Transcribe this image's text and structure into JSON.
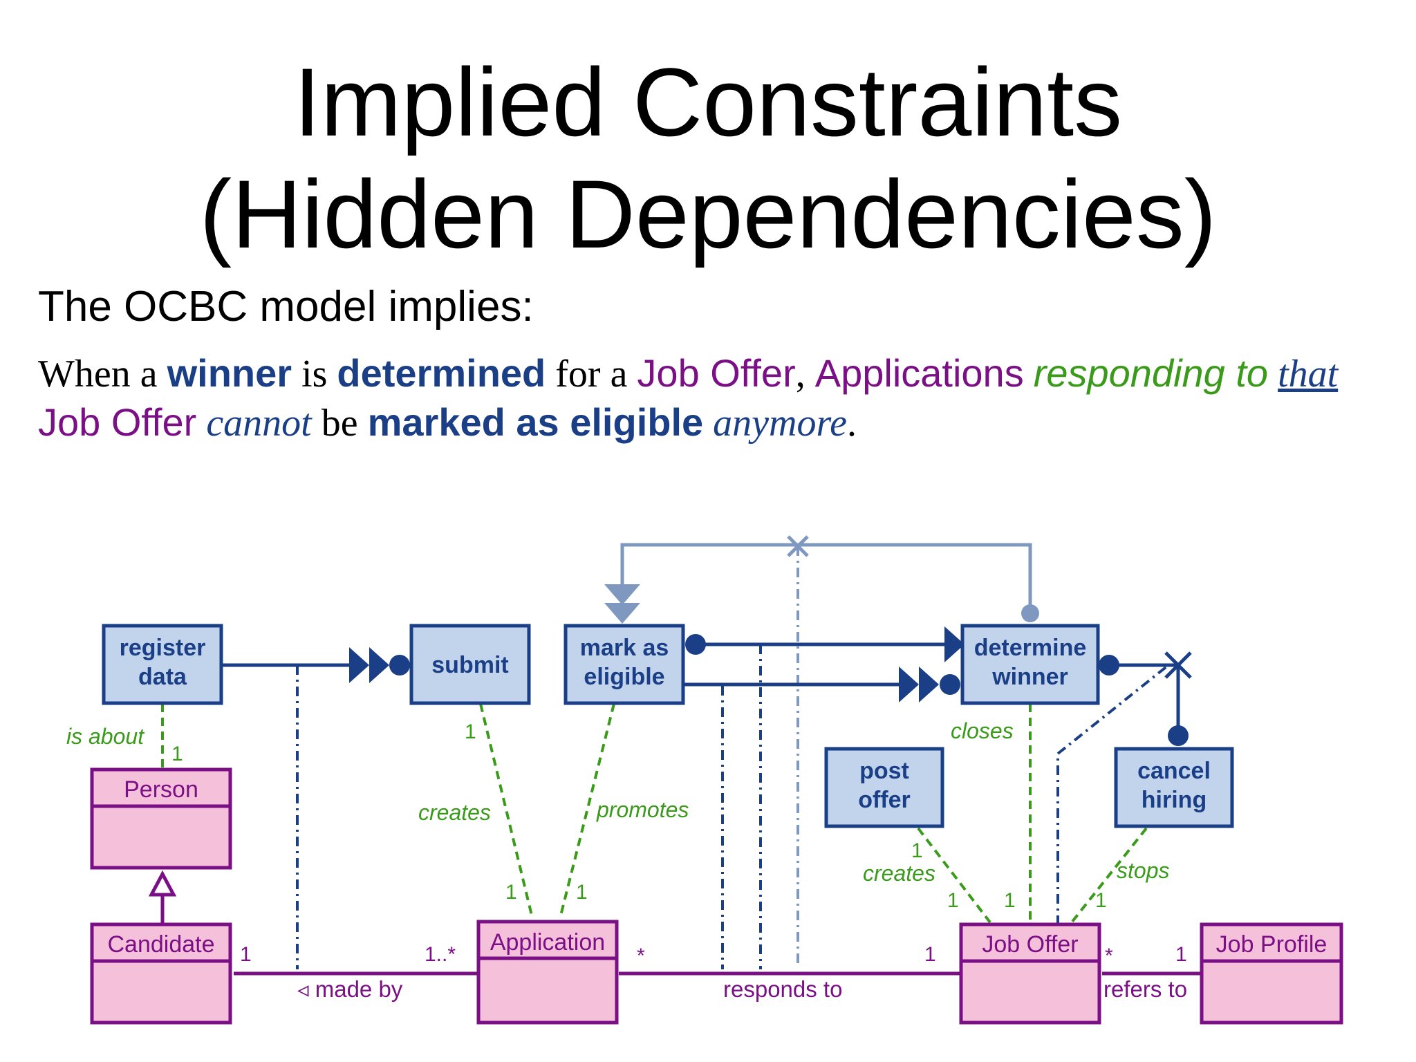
{
  "title": {
    "line1": "Implied Constraints",
    "line2": "(Hidden Dependencies)"
  },
  "subtitle": "The OCBC model implies:",
  "sentence": {
    "w1": "When a ",
    "w2": "winner",
    "w3": " is ",
    "w4": "determined",
    "w5": " for a ",
    "w6": "Job Offer",
    "w7": ", ",
    "w8": "Applications",
    "w9": " ",
    "w10": "responding to",
    "w11": " ",
    "w12": "that",
    "w13": "Job Offer",
    "w14": " ",
    "w15": "cannot",
    "w16": " be ",
    "w17": "marked as eligible",
    "w18": " ",
    "w19": "anymore",
    "w20": "."
  },
  "diagram": {
    "activities": {
      "register_data": [
        "register",
        "data"
      ],
      "submit": [
        "submit"
      ],
      "mark_as_eligible": [
        "mark as",
        "eligible"
      ],
      "determine_winner": [
        "determine",
        "winner"
      ],
      "post_offer": [
        "post",
        "offer"
      ],
      "cancel_hiring": [
        "cancel",
        "hiring"
      ]
    },
    "classes": {
      "person": "Person",
      "candidate": "Candidate",
      "application": "Application",
      "job_offer": "Job Offer",
      "job_profile": "Job Profile"
    },
    "relations": {
      "is_about": "is about",
      "creates_1": "creates",
      "promotes": "promotes",
      "closes": "closes",
      "creates_2": "creates",
      "stops": "stops",
      "made_by": "◃ made by",
      "responds_to": "responds to",
      "refers_to": "refers to"
    },
    "multiplicities": {
      "is_about_1": "1",
      "creates_submit": "1",
      "creates_app": "1",
      "promotes_app": "1",
      "post_offer_1": "1",
      "post_offer_jo": "1",
      "closes_jo": "1",
      "stops_jo": "1",
      "candidate_1": "1",
      "application_many": "1..*",
      "application_star": "*",
      "job_offer_1": "1",
      "job_offer_star": "*",
      "job_profile_1": "1"
    },
    "colors": {
      "activity_fill": "#c2d3ec",
      "activity_stroke": "#1b3f86",
      "class_fill": "#f5c0da",
      "class_stroke": "#7b0f86",
      "relation_green": "#3a9a1a",
      "hidden_constraint": "#7f98c0"
    }
  }
}
